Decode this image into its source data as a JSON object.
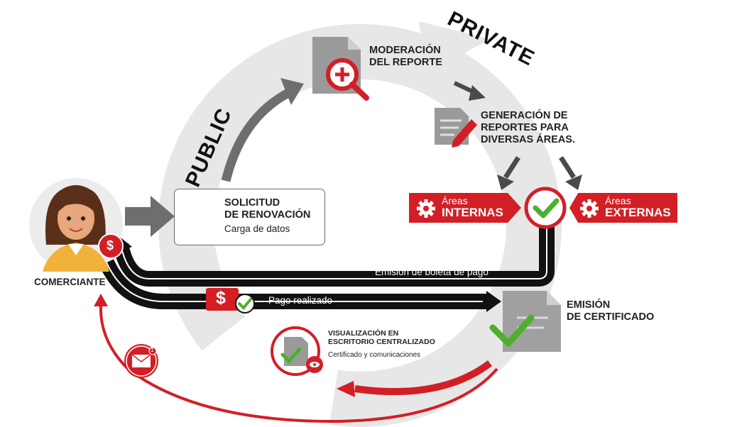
{
  "labels": {
    "public": "PUBLIC",
    "private": "PRIVATE"
  },
  "steps": {
    "moderacion": [
      "MODERACIÓN",
      "DEL REPORTE"
    ],
    "generacion": [
      "GENERACIÓN DE",
      "REPORTES PARA",
      "DIVERSAS ÁREAS."
    ],
    "solicitud": {
      "title": [
        "SOLICITUD",
        "DE RENOVACIÓN"
      ],
      "subtitle": "Carga de datos"
    },
    "emision": [
      "EMISIÓN",
      "DE CERTIFICADO"
    ],
    "visualizacion": {
      "title": [
        "VISUALIZACIÓN EN",
        "ESCRITORIO CENTRALIZADO"
      ],
      "subtitle": "Certificado y comunicaciones"
    }
  },
  "areas": {
    "internas": {
      "top": "Áreas",
      "bottom": "INTERNAS"
    },
    "externas": {
      "top": "Áreas",
      "bottom": "EXTERNAS"
    }
  },
  "flows": {
    "boleta": "Emisión de boleta de pago",
    "pago": "Pago realizado"
  },
  "actor": "COMERCIANTE",
  "badges": {
    "dollar": "$",
    "notification_count": "1"
  },
  "colors": {
    "red": "#d21f26",
    "dark": "#111111",
    "gray": "#8a8a8a",
    "ring": "#e6e6e6",
    "green": "#4caf2e"
  },
  "icons": [
    "document-search-icon",
    "document-pencil-icon",
    "clipboard-check-icon",
    "gear-icon",
    "check-circle-icon",
    "document-check-icon",
    "envelope-icon",
    "eye-icon",
    "dollar-icon",
    "avatar-woman"
  ]
}
